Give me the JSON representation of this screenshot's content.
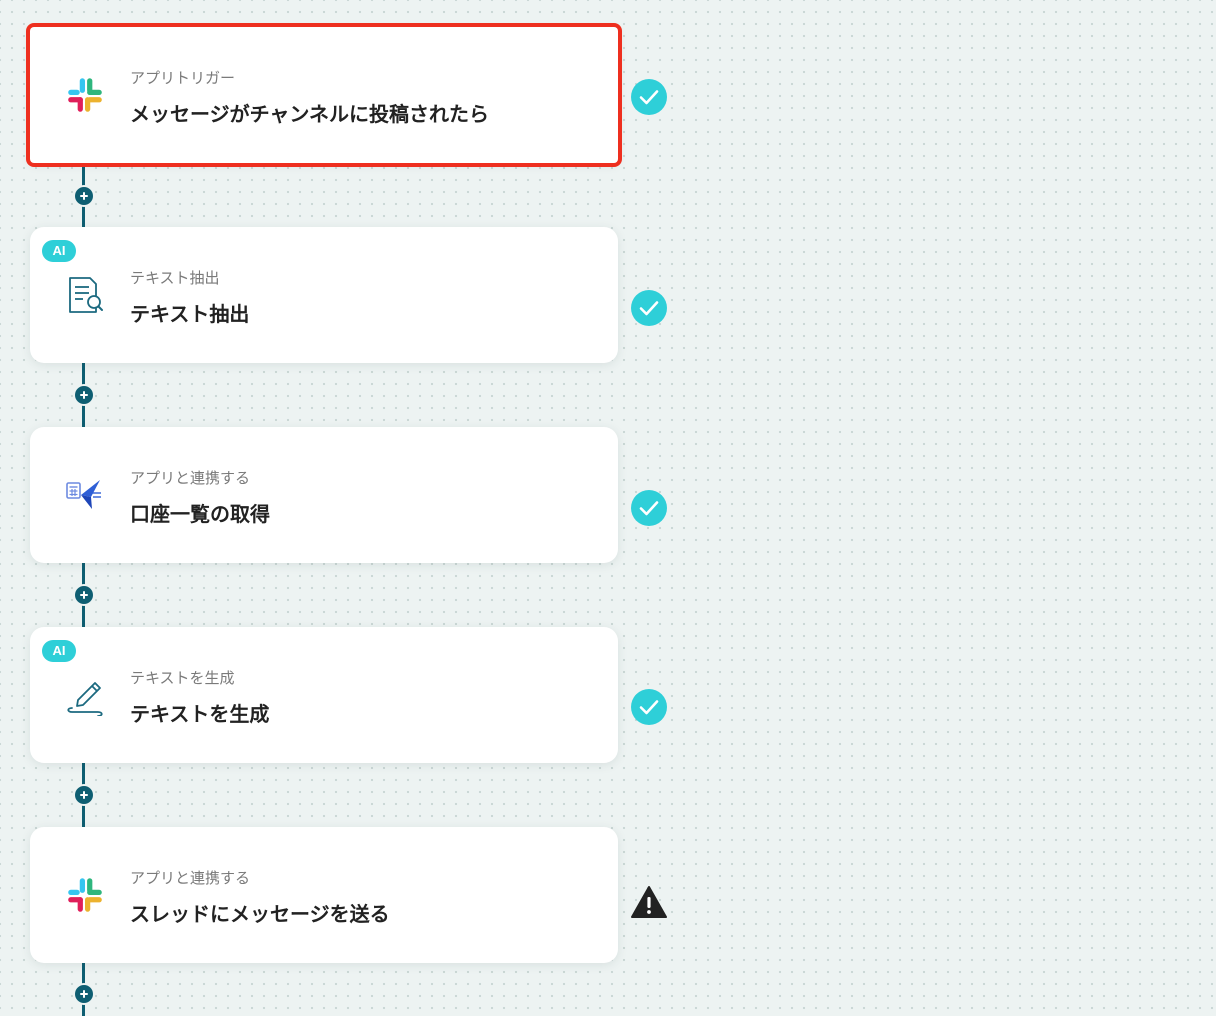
{
  "colors": {
    "connector": "#0e5e72",
    "success": "#2ecfd8",
    "selection_border": "#ee2f1f",
    "ai_badge": "#2ecfd8"
  },
  "steps": [
    {
      "category": "アプリトリガー",
      "title": "メッセージがチャンネルに投稿されたら",
      "icon": "slack-icon",
      "ai_badge": null,
      "status": "success",
      "selected": true
    },
    {
      "category": "テキスト抽出",
      "title": "テキスト抽出",
      "icon": "document-search-icon",
      "ai_badge": "AI",
      "status": "success",
      "selected": false
    },
    {
      "category": "アプリと連携する",
      "title": "口座一覧の取得",
      "icon": "accounting-app-icon",
      "ai_badge": null,
      "status": "success",
      "selected": false
    },
    {
      "category": "テキストを生成",
      "title": "テキストを生成",
      "icon": "pen-icon",
      "ai_badge": "AI",
      "status": "success",
      "selected": false
    },
    {
      "category": "アプリと連携する",
      "title": "スレッドにメッセージを送る",
      "icon": "slack-icon",
      "ai_badge": null,
      "status": "warning",
      "selected": false
    }
  ]
}
